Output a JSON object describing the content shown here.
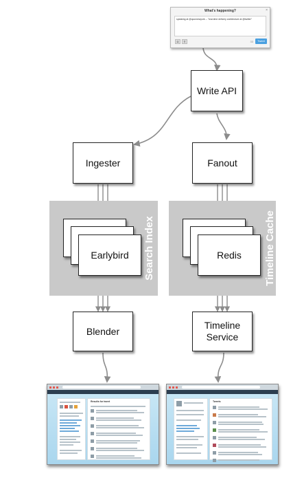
{
  "composer": {
    "title": "What's happening?",
    "close": "×",
    "text": "speaking at @qconnewyork -- \"real-time delivery architecture at @twitter\"",
    "char_count": "33",
    "button": "Tweet",
    "camera_glyph": "◘",
    "pin_glyph": "⚲"
  },
  "nodes": {
    "write_api": "Write API",
    "ingester": "Ingester",
    "fanout": "Fanout",
    "earlybird": "Earlybird",
    "redis": "Redis",
    "blender": "Blender",
    "timeline_service_line1": "Timeline",
    "timeline_service_line2": "Service"
  },
  "panels": {
    "search_index": "Search Index",
    "timeline_cache": "Timeline Cache"
  },
  "search_thumb": {
    "title": "Results for tweet"
  },
  "timeline_thumb": {
    "title": "Tweets"
  },
  "colors": {
    "panel": "#c9c9c9",
    "arrow": "#8c8c8c",
    "box_border": "#222222",
    "tweet_button": "#4aa0e0"
  }
}
